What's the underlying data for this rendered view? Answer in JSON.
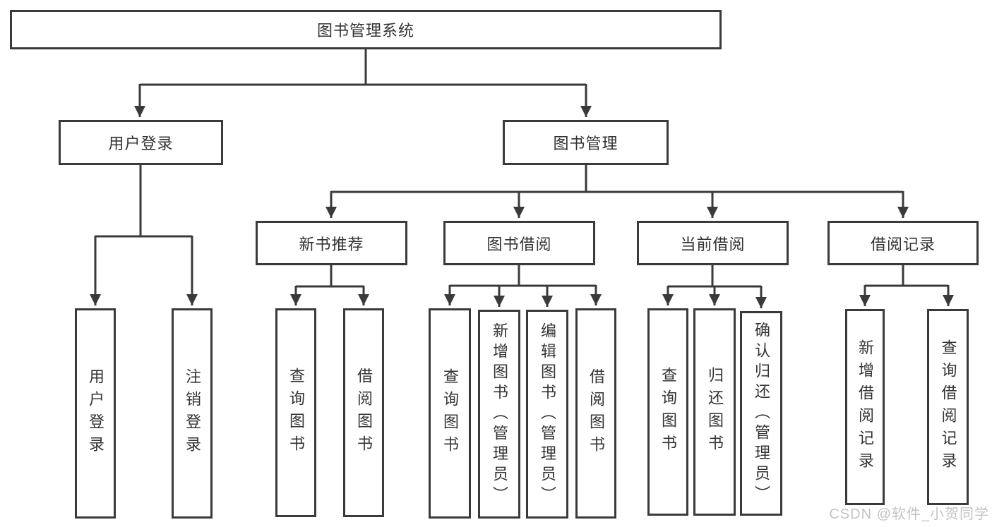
{
  "root": {
    "label": "图书管理系统"
  },
  "branches": {
    "user_login": {
      "label": "用户登录",
      "children": {
        "login": "用户登录",
        "logout": "注销登录"
      }
    },
    "book_management": {
      "label": "图书管理",
      "children": {
        "new_book_rec": {
          "label": "新书推荐",
          "children": {
            "query_books": "查询图书",
            "borrow_books": "借阅图书"
          }
        },
        "book_borrow": {
          "label": "图书借阅",
          "children": {
            "query_books": "查询图书",
            "add_books": "新增图书（管理员）",
            "edit_books": "编辑图书（管理员）",
            "borrow_books": "借阅图书"
          }
        },
        "current_borrow": {
          "label": "当前借阅",
          "children": {
            "query_books": "查询图书",
            "return_books": "归还图书",
            "confirm_return": "确认归还（管理员）"
          }
        },
        "borrow_records": {
          "label": "借阅记录",
          "children": {
            "add_record": "新增借阅记录",
            "query_record": "查询借阅记录"
          }
        }
      }
    }
  },
  "watermark": "CSDN @软件_小贺同学",
  "colors": {
    "line": "#3a3a3a",
    "text": "#333333",
    "background": "#ffffff",
    "watermark": "#c3c3c3"
  }
}
